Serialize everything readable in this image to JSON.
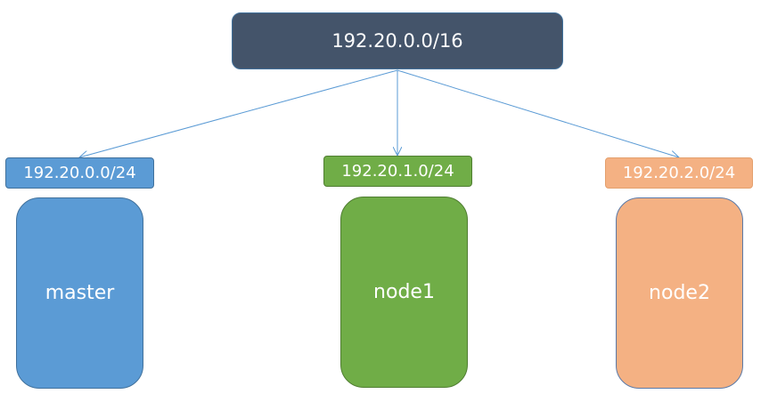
{
  "root": {
    "label": "192.20.0.0/16",
    "fill": "#44546a",
    "border": "#41719c"
  },
  "subnets": [
    {
      "label": "192.20.0.0/24",
      "fill": "#5b9bd5",
      "border": "#41719c"
    },
    {
      "label": "192.20.1.0/24",
      "fill": "#70ad47",
      "border": "#507e32"
    },
    {
      "label": "192.20.2.0/24",
      "fill": "#f4b183",
      "border": "#e4a06e"
    }
  ],
  "nodes": [
    {
      "label": "master",
      "fill": "#5b9bd5",
      "border": "#41719c"
    },
    {
      "label": "node1",
      "fill": "#70ad47",
      "border": "#507e32"
    },
    {
      "label": "node2",
      "fill": "#f4b183",
      "border": "#5b7aa8"
    }
  ],
  "connector_color": "#5b9bd5"
}
